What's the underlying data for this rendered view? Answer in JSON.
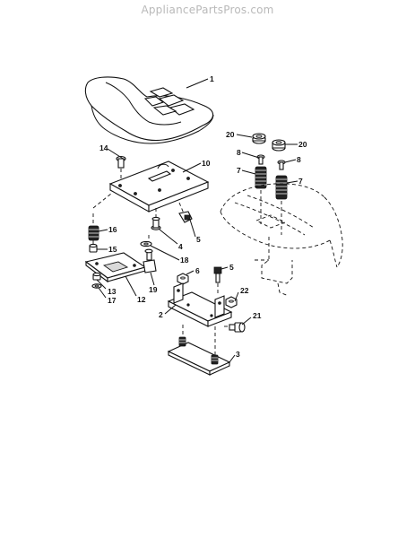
{
  "site": {
    "watermark": "AppliancePartsPros.com"
  },
  "diagram": {
    "part_labels": [
      {
        "key": "seat",
        "text": "1"
      },
      {
        "key": "seat_bracket_bottom",
        "text": "2"
      },
      {
        "key": "spring_bracket",
        "text": "3"
      },
      {
        "key": "washer_4",
        "text": "4"
      },
      {
        "key": "bolt_5_top",
        "text": "5"
      },
      {
        "key": "bolt_5_mid",
        "text": "5"
      },
      {
        "key": "nut_6",
        "text": "6"
      },
      {
        "key": "spring_7_left",
        "text": "7"
      },
      {
        "key": "spring_7_right",
        "text": "7"
      },
      {
        "key": "bolt_8_left",
        "text": "8"
      },
      {
        "key": "bolt_8_right",
        "text": "8"
      },
      {
        "key": "seat_pan",
        "text": "10"
      },
      {
        "key": "slide_12",
        "text": "12"
      },
      {
        "key": "nut_13",
        "text": "13"
      },
      {
        "key": "bolt_14",
        "text": "14"
      },
      {
        "key": "nut_15",
        "text": "15"
      },
      {
        "key": "spring_16",
        "text": "16"
      },
      {
        "key": "washer_17",
        "text": "17"
      },
      {
        "key": "knob_18",
        "text": "18"
      },
      {
        "key": "knob_19",
        "text": "19"
      },
      {
        "key": "bushing_20_left",
        "text": "20"
      },
      {
        "key": "bushing_20_right",
        "text": "20"
      },
      {
        "key": "bolt_21",
        "text": "21"
      },
      {
        "key": "nut_22",
        "text": "22"
      }
    ]
  }
}
